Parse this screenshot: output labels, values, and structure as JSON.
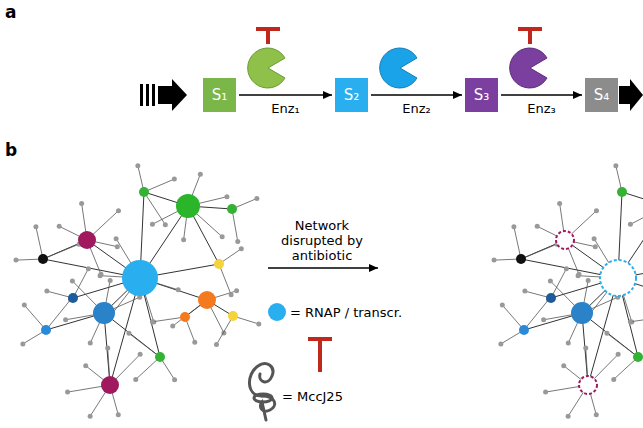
{
  "diagram": {
    "nodes": [
      {
        "text": [
          "S₁"
        ]
      },
      {
        "text": [
          "S₂"
        ]
      },
      {
        "text": [
          "S₃"
        ]
      },
      {
        "text": [
          "S₄"
        ]
      }
    ],
    "edges": [
      {
        "from": 0,
        "to": 1,
        "label": "Enz₁",
        "arrow": "to"
      },
      {
        "from": 1,
        "to": 2,
        "label": "Enz₂",
        "arrow": "to"
      },
      {
        "from": 2,
        "to": 3,
        "label": "Enz₃",
        "arrow": "to"
      }
    ],
    "labels": [
      "a",
      "b",
      "Network disrupted by antibiotic",
      "= MccJ25"
    ],
    "legend": [
      {
        "text": "= RNAP / transcr.",
        "color": "#29aef0"
      }
    ]
  }
}
